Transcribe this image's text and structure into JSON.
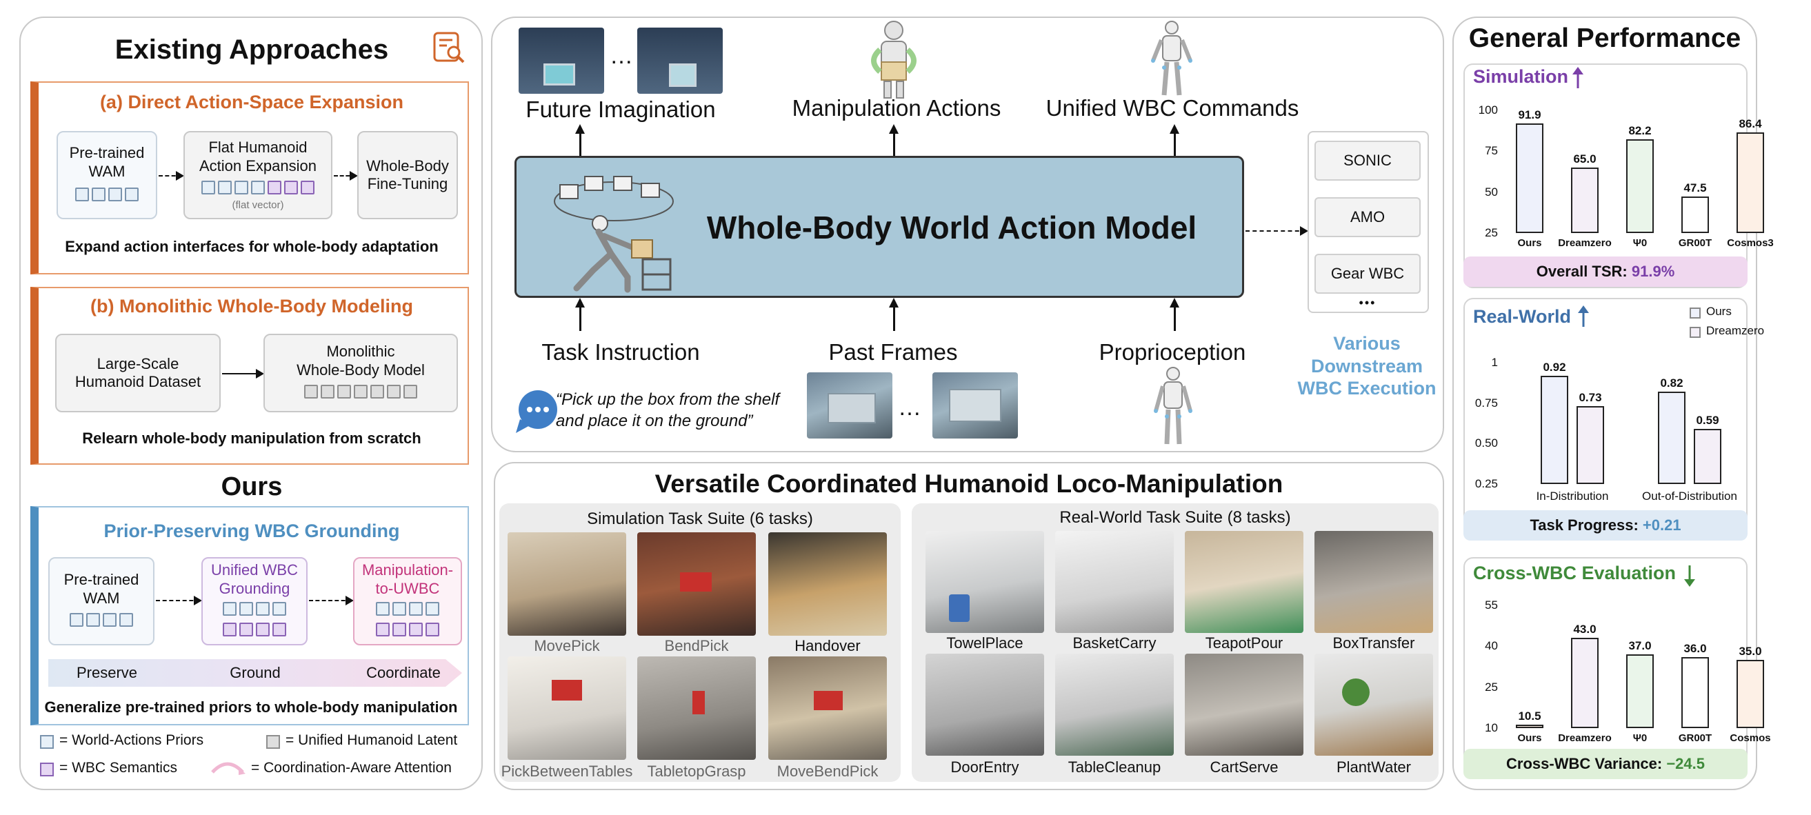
{
  "existing": {
    "title": "Existing Approaches",
    "a": {
      "heading": "(a) Direct Action-Space Expansion",
      "card1": "Pre-trained\nWAM",
      "card2": "Flat Humanoid\nAction Expansion",
      "flat_vector": "(flat vector)",
      "card3": "Whole-Body\nFine-Tuning",
      "caption": "Expand action interfaces for whole-body adaptation"
    },
    "b": {
      "heading": "(b) Monolithic Whole-Body Modeling",
      "card1": "Large-Scale\nHumanoid Dataset",
      "card2": "Monolithic\nWhole-Body Model",
      "caption": "Relearn whole-body manipulation from scratch"
    }
  },
  "ours": {
    "title": "Ours",
    "heading": "Prior-Preserving WBC Grounding",
    "card1": "Pre-trained\nWAM",
    "card2": "Unified WBC\nGrounding",
    "card3": "Manipulation-\nto-UWBC",
    "stages": [
      "Preserve",
      "Ground",
      "Coordinate"
    ],
    "caption": "Generalize  pre-trained priors to whole-body manipulation"
  },
  "legend": {
    "world": "= World-Actions Priors",
    "latent": "= Unified Humanoid Latent",
    "wbc": "= WBC Semantics",
    "attention": "= Coordination-Aware Attention"
  },
  "model": {
    "title": "Whole-Body World Action Model",
    "outputs": [
      "Future Imagination",
      "Manipulation Actions",
      "Unified WBC Commands"
    ],
    "inputs": [
      "Task Instruction",
      "Past Frames",
      "Proprioception"
    ],
    "instruction_quote": "“Pick up the box from the shelf\n and  place it on the ground”",
    "ellipsis": "…",
    "wbc_list": [
      "SONIC",
      "AMO",
      "Gear WBC"
    ],
    "wbc_more": "•••",
    "downstream": "Various\nDownstream\nWBC Execution"
  },
  "versatile": {
    "title": "Versatile Coordinated Humanoid Loco-Manipulation",
    "sim_title": "Simulation Task Suite (6 tasks)",
    "sim_tasks": [
      "MovePick",
      "BendPick",
      "Handover",
      "PickBetweenTables",
      "TabletopGrasp",
      "MoveBendPick"
    ],
    "real_title": "Real-World Task Suite (8 tasks)",
    "real_tasks": [
      "TowelPlace",
      "BasketCarry",
      "TeapotPour",
      "BoxTransfer",
      "DoorEntry",
      "TableCleanup",
      "CartServe",
      "PlantWater"
    ]
  },
  "performance": {
    "title": "General Performance",
    "simulation": {
      "heading": "Simulation",
      "footer_label": "Overall TSR: ",
      "footer_value": "91.9%"
    },
    "realworld": {
      "heading": "Real-World",
      "footer_label": "Task Progress: ",
      "footer_value": "+0.21"
    },
    "crosswbc": {
      "heading": "Cross-WBC Evaluation",
      "footer_label": "Cross-WBC Variance: ",
      "footer_value": "−24.5"
    }
  },
  "colors": {
    "orange": "#d0652a",
    "blue": "#4e8fc0",
    "purple": "#7a3fa8",
    "green": "#3f8a3a",
    "model_fill": "#a9c8d8",
    "downstream_text": "#6aa6d2"
  },
  "chart_data": [
    {
      "type": "bar",
      "categories": [
        "Ours",
        "Dreamzero",
        "Ψ0",
        "GR00T",
        "Cosmos3"
      ],
      "values": [
        91.9,
        65.0,
        82.2,
        47.5,
        86.4
      ],
      "value_labels": [
        "91.9",
        "65.0",
        "82.2",
        "47.5",
        "86.4"
      ],
      "yticks": [
        "100",
        "75",
        "50",
        "25"
      ],
      "ylim": [
        25,
        100
      ],
      "bar_colors": [
        "#eef1fb",
        "#f4eff7",
        "#eaf5ea",
        "#ffffff",
        "#fdf0e6"
      ]
    },
    {
      "type": "bar",
      "categories": [
        "In-Distribution",
        "Out-of-Distribution"
      ],
      "series": [
        {
          "name": "Ours",
          "values": [
            0.92,
            0.82
          ],
          "labels": [
            "0.92",
            "0.82"
          ]
        },
        {
          "name": "Dreamzero",
          "values": [
            0.73,
            0.59
          ],
          "labels": [
            "0.73",
            "0.59"
          ]
        }
      ],
      "yticks": [
        "1",
        "0.75",
        "0.50",
        "0.25"
      ],
      "ylim": [
        0.25,
        1
      ],
      "legend": "top-right",
      "series_colors": [
        "#eef1fb",
        "#f4eff7"
      ]
    },
    {
      "type": "bar",
      "categories": [
        "Ours",
        "Dreamzero",
        "Ψ0",
        "GR00T",
        "Cosmos"
      ],
      "values": [
        10.5,
        43.0,
        37.0,
        36.0,
        35.0
      ],
      "value_labels": [
        "10.5",
        "43.0",
        "37.0",
        "36.0",
        "35.0"
      ],
      "yticks": [
        "55",
        "40",
        "25",
        "10"
      ],
      "ylim": [
        10,
        55
      ],
      "bar_colors": [
        "#fdf0e6",
        "#f4eff7",
        "#eaf5ea",
        "#ffffff",
        "#fdf0e6"
      ]
    }
  ]
}
